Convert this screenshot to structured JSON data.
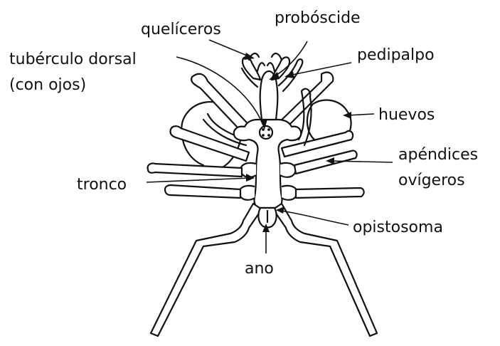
{
  "diagram": {
    "labels": {
      "queliceros": "quelíceros",
      "proboscide": "probóscide",
      "tuberculo_line1": "tubérculo dorsal",
      "tuberculo_line2": "(con ojos)",
      "pedipalpo": "pedipalpo",
      "huevos": "huevos",
      "apendices_line1": "apéndices",
      "apendices_line2": "ovígeros",
      "tronco": "tronco",
      "opistosoma": "opistosoma",
      "ano": "ano"
    },
    "colors": {
      "ink": "#111111",
      "background": "#ffffff"
    }
  }
}
